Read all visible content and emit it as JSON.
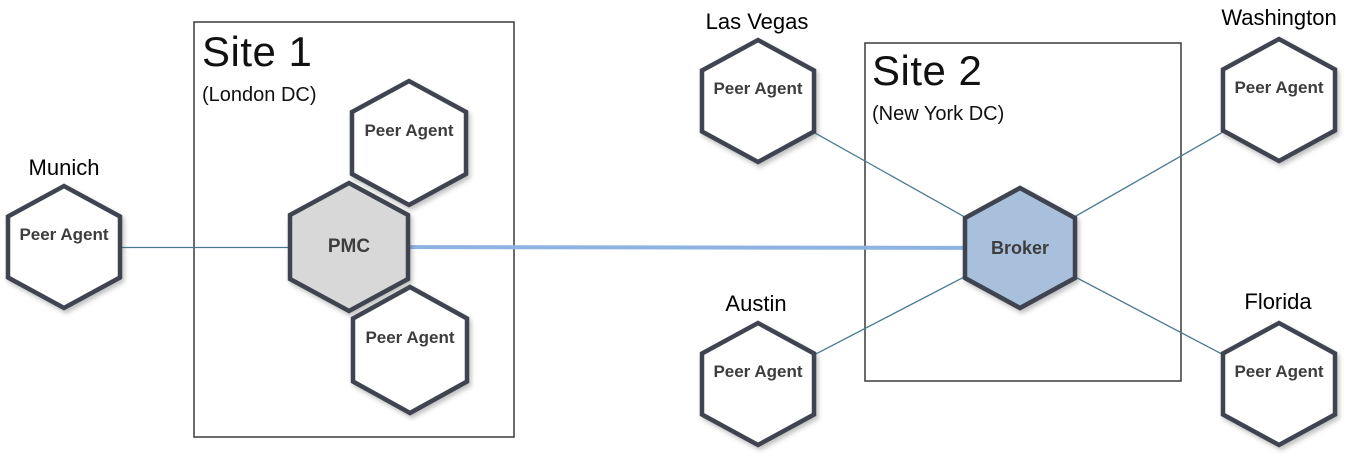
{
  "sites": {
    "site1": {
      "title": "Site 1",
      "subtitle": "(London DC)"
    },
    "site2": {
      "title": "Site 2",
      "subtitle": "(New York DC)"
    }
  },
  "nodes": {
    "munich": {
      "city": "Munich",
      "label": "Peer Agent"
    },
    "site1_peer_top": {
      "label": "Peer Agent"
    },
    "site1_peer_bottom": {
      "label": "Peer Agent"
    },
    "pmc": {
      "label": "PMC"
    },
    "las_vegas": {
      "city": "Las Vegas",
      "label": "Peer Agent"
    },
    "austin": {
      "city": "Austin",
      "label": "Peer Agent"
    },
    "washington": {
      "city": "Washington",
      "label": "Peer Agent"
    },
    "florida": {
      "city": "Florida",
      "label": "Peer Agent"
    },
    "broker": {
      "label": "Broker"
    }
  },
  "connections": [
    {
      "from": "munich",
      "to": "pmc",
      "style": "thin"
    },
    {
      "from": "pmc",
      "to": "broker",
      "style": "thick"
    },
    {
      "from": "las_vegas",
      "to": "broker",
      "style": "thin"
    },
    {
      "from": "austin",
      "to": "broker",
      "style": "thin"
    },
    {
      "from": "washington",
      "to": "broker",
      "style": "thin"
    },
    {
      "from": "florida",
      "to": "broker",
      "style": "thin"
    }
  ],
  "colors": {
    "hexagon_border": "#3f4450",
    "peer_fill": "#ffffff",
    "pmc_fill": "#d8d8d8",
    "broker_fill": "#a9c0dc",
    "site_border": "#3a3a3a",
    "thin_link": "#48798e",
    "thick_link": "#8db3e2",
    "node_text": "#3d3d3d",
    "label_text": "#000000"
  }
}
